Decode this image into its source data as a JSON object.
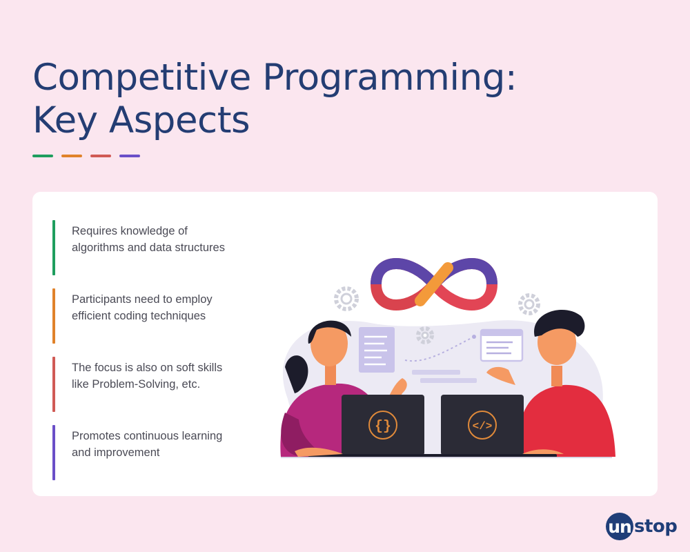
{
  "title": {
    "line1": "Competitive Programming:",
    "line2": "Key Aspects"
  },
  "accent_colors": [
    "#1e9e5e",
    "#e0822a",
    "#d05a55",
    "#6a4fc8"
  ],
  "points": [
    {
      "text": "Requires knowledge of algorithms and data structures",
      "color": "#1e9e5e"
    },
    {
      "text": "Participants need to employ efficient coding techniques",
      "color": "#e0822a"
    },
    {
      "text": "The focus is also on soft skills like Problem-Solving, etc.",
      "color": "#d05a55"
    },
    {
      "text": "Promotes continuous learning and improvement",
      "color": "#6a4fc8"
    }
  ],
  "illustration": {
    "left_laptop_icon": "{}",
    "right_laptop_icon": "</>"
  },
  "logo": {
    "badge": "un",
    "rest": "stop"
  }
}
